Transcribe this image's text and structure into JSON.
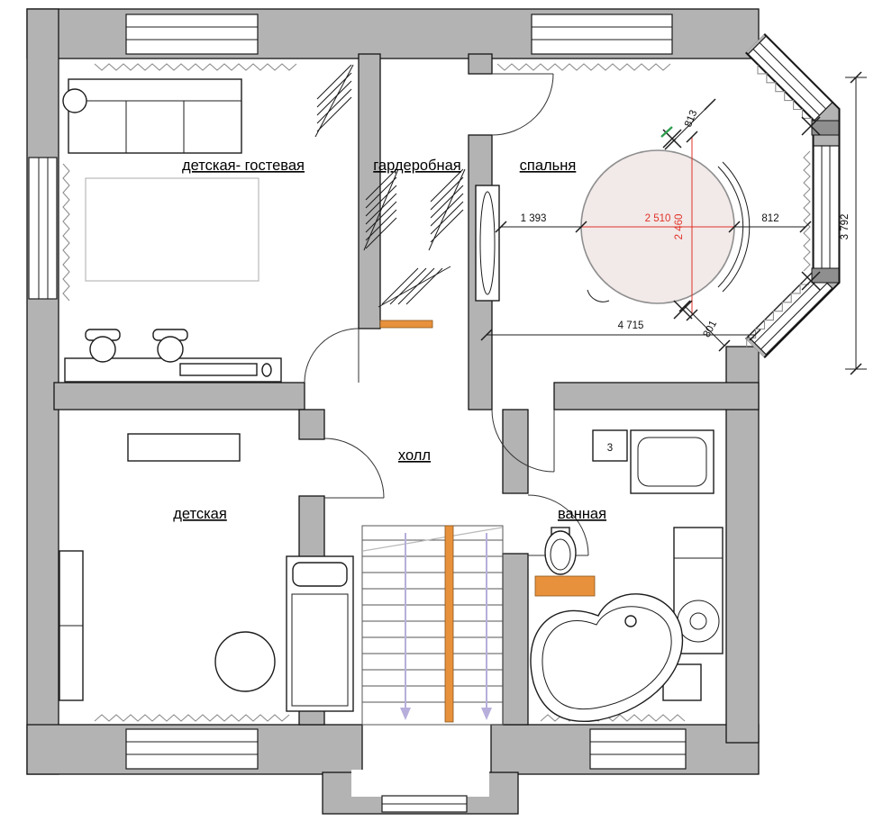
{
  "plan": {
    "rooms": {
      "guest": "детская- гостевая",
      "wardrobe": "гардеробная",
      "bedroom": "спальня",
      "hall": "холл",
      "nursery": "детская",
      "bathroom": "ванная"
    },
    "dims": {
      "bed_left": "1 393",
      "bed_diameter": "2 510",
      "bed_height": "2 460",
      "bed_right": "812",
      "bay_top": "813",
      "bay_bottom": "801",
      "bedroom_width": "4 715",
      "bay_span": "3 792",
      "shaft": "3"
    },
    "colors": {
      "wall": "#b3b3b3",
      "orange": "#e8913c",
      "red": "#e03226",
      "bed": "#f2e9e9",
      "arrow": "#b7aedb",
      "green": "#2f9e4f"
    }
  }
}
